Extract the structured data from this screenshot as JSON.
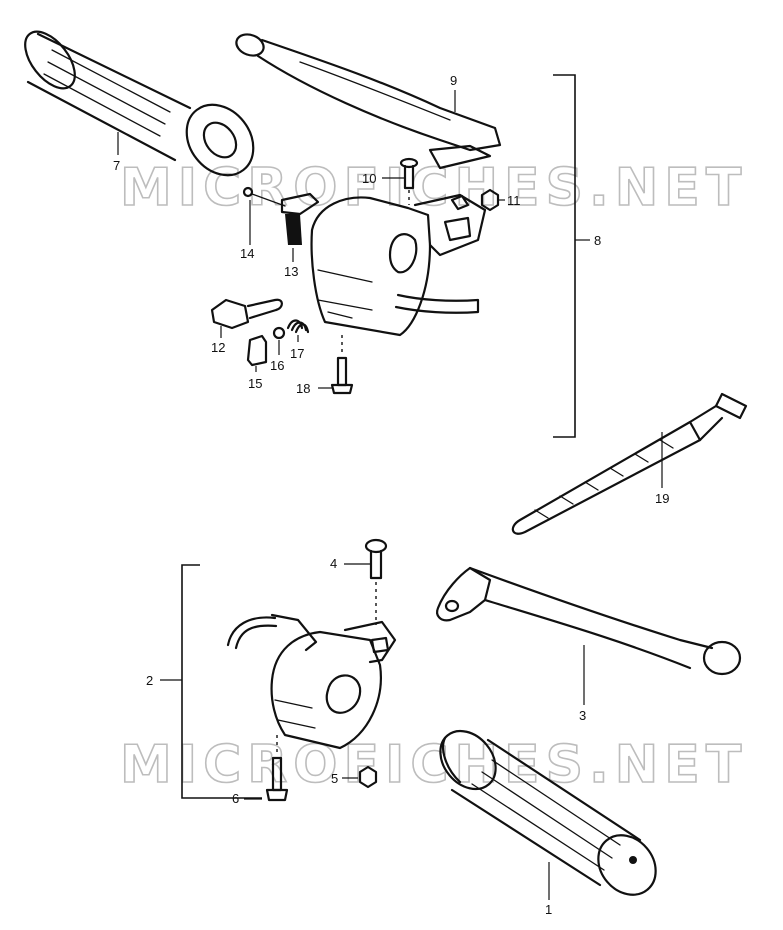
{
  "watermark": "MICROFICHES.NET",
  "callouts": {
    "c1": "1",
    "c2": "2",
    "c3": "3",
    "c4": "4",
    "c5": "5",
    "c6": "6",
    "c7": "7",
    "c8": "8",
    "c9": "9",
    "c10": "10",
    "c11": "11",
    "c12": "12",
    "c13": "13",
    "c14": "14",
    "c15": "15",
    "c16": "16",
    "c17": "17",
    "c18": "18",
    "c19": "19"
  }
}
